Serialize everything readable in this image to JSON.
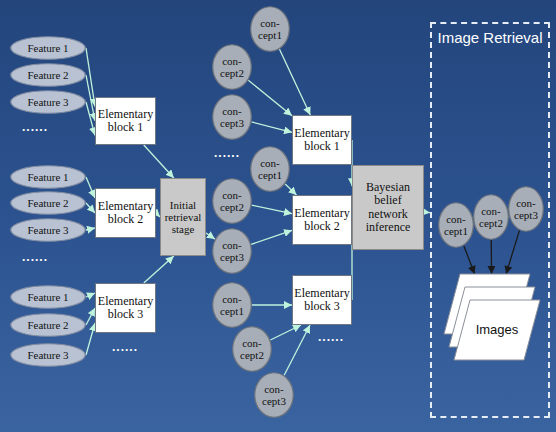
{
  "diagram": {
    "nodes": [
      {
        "text": [
          "Feature 1"
        ]
      },
      {
        "text": [
          "Feature 2"
        ]
      },
      {
        "text": [
          "Feature 3"
        ]
      },
      {
        "text": [
          "Feature 1"
        ]
      },
      {
        "text": [
          "Feature 2"
        ]
      },
      {
        "text": [
          "Feature 3"
        ]
      },
      {
        "text": [
          "Feature 1"
        ]
      },
      {
        "text": [
          "Feature 2"
        ]
      },
      {
        "text": [
          "Feature 3"
        ]
      },
      {
        "text": [
          "Elementary block 1"
        ]
      },
      {
        "text": [
          "Elementary block 2"
        ]
      },
      {
        "text": [
          "Elementary block 3"
        ]
      },
      {
        "text": [
          "Initial retrieval stage"
        ]
      },
      {
        "text": [
          "con- cept1"
        ]
      },
      {
        "text": [
          "con- cept2"
        ]
      },
      {
        "text": [
          "con- cept3"
        ]
      },
      {
        "text": [
          "con- cept1"
        ]
      },
      {
        "text": [
          "con- cept2"
        ]
      },
      {
        "text": [
          "con- cept3"
        ]
      },
      {
        "text": [
          "con- cept1"
        ]
      },
      {
        "text": [
          "con- cept2"
        ]
      },
      {
        "text": [
          "con- cept3"
        ]
      },
      {
        "text": [
          "Elementary block 1"
        ]
      },
      {
        "text": [
          "Elementary block 2"
        ]
      },
      {
        "text": [
          "Elementary block 3"
        ]
      },
      {
        "text": [
          "Bayesian belief network inference"
        ]
      },
      {
        "text": [
          "Image Retrieval"
        ]
      },
      {
        "text": [
          "con- cept1"
        ],
        "in": 26
      },
      {
        "text": [
          "con- cept2"
        ],
        "in": 26
      },
      {
        "text": [
          "con- cept3"
        ],
        "in": 26
      },
      {
        "text": [
          "Images"
        ],
        "in": 26
      }
    ],
    "edges": [
      {
        "from": 0,
        "to": 9,
        "arrow": "to"
      },
      {
        "from": 1,
        "to": 9,
        "arrow": "to"
      },
      {
        "from": 2,
        "to": 9,
        "arrow": "to"
      },
      {
        "from": 3,
        "to": 10,
        "arrow": "to"
      },
      {
        "from": 4,
        "to": 10,
        "arrow": "to"
      },
      {
        "from": 5,
        "to": 10,
        "arrow": "to"
      },
      {
        "from": 6,
        "to": 11,
        "arrow": "to"
      },
      {
        "from": 7,
        "to": 11,
        "arrow": "to"
      },
      {
        "from": 8,
        "to": 11,
        "arrow": "to"
      },
      {
        "from": 9,
        "to": 12,
        "arrow": "to"
      },
      {
        "from": 10,
        "to": 12,
        "arrow": "to"
      },
      {
        "from": 11,
        "to": 12,
        "arrow": "to"
      },
      {
        "from": 12,
        "to": 18,
        "arrow": "to"
      },
      {
        "from": 13,
        "to": 22,
        "arrow": "to"
      },
      {
        "from": 14,
        "to": 22,
        "arrow": "to"
      },
      {
        "from": 15,
        "to": 22,
        "arrow": "to"
      },
      {
        "from": 16,
        "to": 23,
        "arrow": "to"
      },
      {
        "from": 17,
        "to": 23,
        "arrow": "to"
      },
      {
        "from": 18,
        "to": 23,
        "arrow": "to"
      },
      {
        "from": 19,
        "to": 24,
        "arrow": "to"
      },
      {
        "from": 20,
        "to": 24,
        "arrow": "to"
      },
      {
        "from": 21,
        "to": 24,
        "arrow": "to"
      },
      {
        "from": 22,
        "to": 25,
        "arrow": "to"
      },
      {
        "from": 23,
        "to": 25,
        "arrow": "to"
      },
      {
        "from": 24,
        "to": 25,
        "arrow": "to"
      },
      {
        "from": 25,
        "to": 26,
        "arrow": "to"
      },
      {
        "from": 27,
        "to": 30,
        "arrow": "to"
      },
      {
        "from": 28,
        "to": 30,
        "arrow": "to"
      },
      {
        "from": 29,
        "to": 30,
        "arrow": "to"
      }
    ],
    "labels": [
      "......",
      "......",
      "......",
      "......",
      "......"
    ]
  }
}
